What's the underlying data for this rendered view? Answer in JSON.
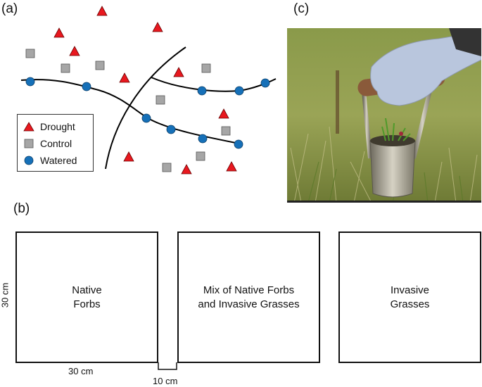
{
  "panel_labels": {
    "a": "(a)",
    "b": "(b)",
    "c": "(c)"
  },
  "legend": {
    "items": [
      {
        "label": "Drought",
        "icon": "red-triangle",
        "color": "#e8181f"
      },
      {
        "label": "Control",
        "icon": "gray-square",
        "color": "#a6a6a6"
      },
      {
        "label": "Watered",
        "icon": "blue-circle",
        "color": "#1670b8"
      }
    ]
  },
  "plots": [
    {
      "line1": "Native",
      "line2": "Forbs"
    },
    {
      "line1": "Mix of Native Forbs",
      "line2": "and Invasive Grasses"
    },
    {
      "line1": "Invasive",
      "line2": "Grasses"
    }
  ],
  "dimensions": {
    "height": "30 cm",
    "width": "30 cm",
    "gap": "10 cm"
  },
  "colors": {
    "drought": "#e8181f",
    "control": "#a6a6a6",
    "watered": "#1670b8"
  }
}
